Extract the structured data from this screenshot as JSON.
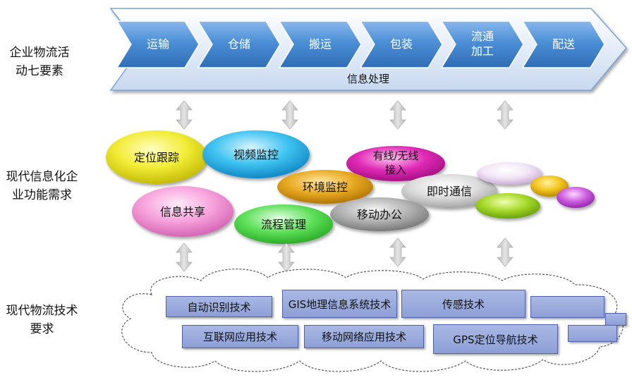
{
  "row_labels": {
    "logistics": [
      "企业物流活",
      "动七要素"
    ],
    "enterprise": [
      "现代信息化企",
      "业功能需求"
    ],
    "technology": [
      "现代物流技术",
      "要求"
    ]
  },
  "process_steps": [
    "运输",
    "仓储",
    "搬运",
    "包装",
    [
      "流通",
      "加工"
    ],
    "配送"
  ],
  "info_processing": "信息处理",
  "function_bubbles": {
    "tracking": "定位跟踪",
    "video": "视频监控",
    "wireless": [
      "有线/无线",
      "接入"
    ],
    "environment": "环境监控",
    "messaging": "即时通信",
    "sharing": "信息共享",
    "workflow": "流程管理",
    "mobile_office": "移动办公"
  },
  "tech_items": {
    "auto_id": "自动识别技术",
    "gis": "GIS地理信息系统技术",
    "sensing": "传感技术",
    "internet": "互联网应用技术",
    "mobile_net": "移动网络应用技术",
    "gps": "GPS定位导航技术"
  },
  "colors": {
    "arrow_band": "#dbe6f6",
    "chevron": "#4a8fd4",
    "link_arrow": "#c8c8c8",
    "tech_box": "#9aaadc"
  }
}
